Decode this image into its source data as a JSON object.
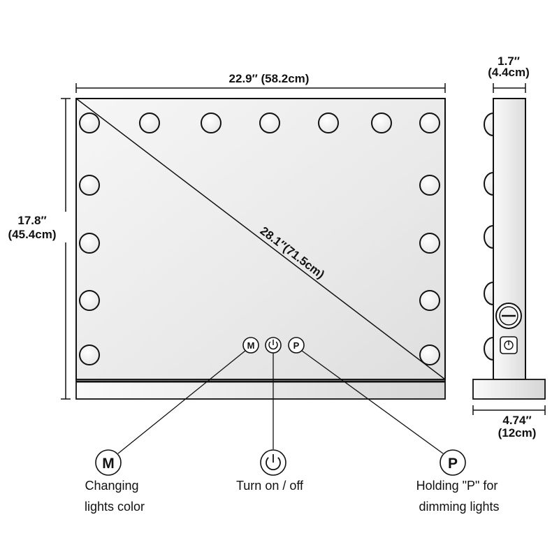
{
  "dimensions": {
    "width": "22.9″ (58.2cm)",
    "height_in": "17.8″",
    "height_cm": "(45.4cm)",
    "diagonal": "28.1″(71.5cm)",
    "depth_in": "1.7″",
    "depth_cm": "(4.4cm)",
    "base_in": "4.74″",
    "base_cm": "(12cm)"
  },
  "buttons": {
    "m": {
      "label": "M",
      "caption_line1": "Changing",
      "caption_line2": "lights color"
    },
    "power": {
      "caption": "Turn on / off"
    },
    "p": {
      "label": "P",
      "caption_line1": "Holding \"P\" for",
      "caption_line2": "dimming lights"
    }
  },
  "colors": {
    "stroke": "#111111",
    "glass_light": "#f4f4f4",
    "glass_dark": "#d9d9d9"
  }
}
